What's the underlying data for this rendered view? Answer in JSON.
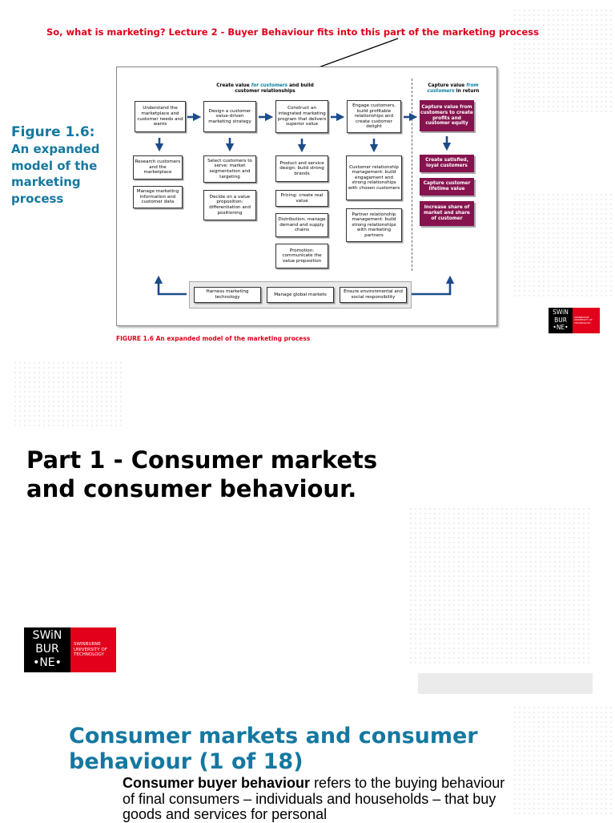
{
  "slide1": {
    "heading": "So, what is marketing? Lecture 2 - Buyer Behaviour fits into this part of the marketing process",
    "figure_number": "Figure 1.6:",
    "figure_title": "An expanded model of the marketing process",
    "source_caption": "FIGURE 1.6  An expanded model of the marketing process",
    "diagram": {
      "left_header": {
        "pre": "Create value ",
        "em": "for customers",
        "post": " and build customer relationships"
      },
      "right_header": {
        "pre": "Capture value ",
        "em": "from customers",
        "post": " in return"
      },
      "row1": [
        "Understand the marketplace and customer needs and wants",
        "Design a customer value-driven marketing strategy",
        "Construct an integrated marketing program that delivers superior value",
        "Engage customers, build profitable relationships and create customer delight"
      ],
      "col1": [
        "Research customers and the marketplace",
        "Manage marketing information and customer data"
      ],
      "col2": [
        "Select customers to serve: market segmentation and targeting",
        "Decide on a value proposition: differentiation and positioning"
      ],
      "col3": [
        "Product and service design: build strong brands",
        "Pricing: create real value",
        "Distribution: manage demand and supply chains",
        "Promotion: communicate the value proposition"
      ],
      "col4": [
        "Customer relationship management: build engagement and strong relationships with chosen customers",
        "Partner relationship management: build strong relationships with marketing partners"
      ],
      "capture": [
        "Capture value from customers to create profits and customer equity",
        "Create satisfied, loyal customers",
        "Capture customer lifetime value",
        "Increase share of market and share of customer"
      ],
      "bottom": [
        "Harness marketing technology",
        "Manage global markets",
        "Ensure environmental and social responsibility"
      ]
    },
    "logo": {
      "left_text": [
        "SWiN",
        "BUR",
        "•NE•"
      ],
      "right_text": [
        "SWINBURNE",
        "UNIVERSITY OF",
        "TECHNOLOGY"
      ]
    }
  },
  "slide2": {
    "title_line1": "Part 1  - Consumer markets",
    "title_line2": "and consumer behaviour."
  },
  "slide3": {
    "title_line1": "Consumer markets and consumer",
    "title_line2": "behaviour (1 of 18)",
    "body_bold": "Consumer buyer behaviour",
    "body_rest": " refers to the buying behaviour of final consumers – individuals and households – that buy goods and services for personal"
  },
  "colors": {
    "red": "#e0001b",
    "teal": "#1478a0",
    "purple": "#86134e",
    "arrow_blue": "#1b4c8a"
  }
}
